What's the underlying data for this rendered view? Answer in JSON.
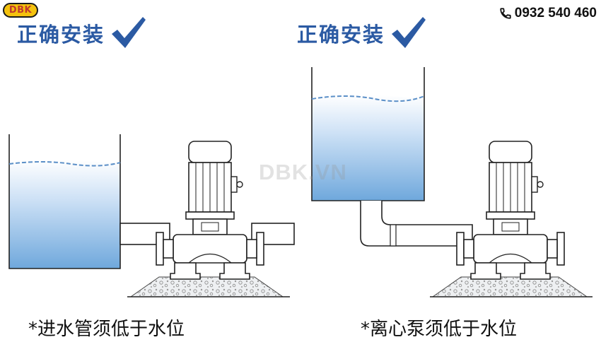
{
  "brand": {
    "logo_text": "DBK",
    "phone": "0932 540 460",
    "watermark": "DBK.VN"
  },
  "left_panel": {
    "heading": "正确安装",
    "caption": "*进水管须低于水位"
  },
  "right_panel": {
    "heading": "正确安装",
    "caption": "*离心泵须低于水位"
  },
  "icons": [
    "logo-badge",
    "phone-icon",
    "checkmark-icon",
    "water-tank-icon",
    "pipe-icon",
    "pump-icon",
    "motor-icon",
    "gravel-base-icon"
  ],
  "colors": {
    "heading": "#2b5aa3",
    "water": "#6fa8dc",
    "outline": "#222222"
  }
}
